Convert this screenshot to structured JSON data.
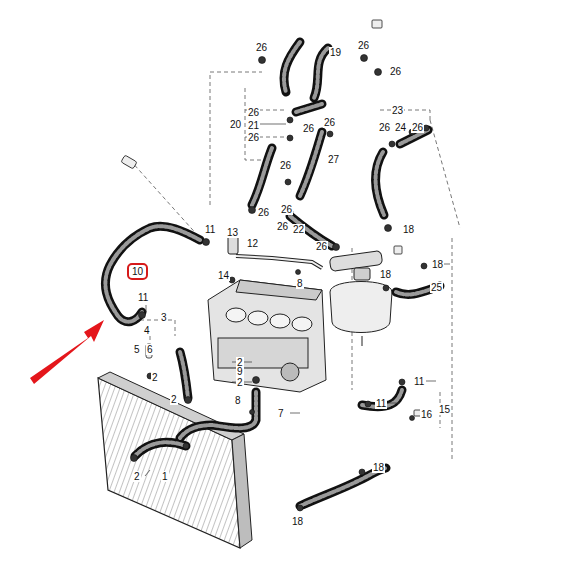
{
  "diagram": {
    "nodes": [
      {
        "text": [
          "10"
        ]
      }
    ],
    "edges": [],
    "labels": [
      "26",
      "19",
      "26",
      "26",
      "23",
      "20",
      "26",
      "21",
      "26",
      "26",
      "26",
      "26",
      "24",
      "26",
      "27",
      "26",
      "26",
      "26",
      "26",
      "22",
      "18",
      "11",
      "13",
      "12",
      "26",
      "18",
      "14",
      "18",
      "8",
      "25",
      "11",
      "3",
      "4",
      "5",
      "6",
      "2",
      "9",
      "2",
      "2",
      "11",
      "2",
      "8",
      "11",
      "15",
      "7",
      "16",
      "18",
      "2",
      "1",
      "18"
    ]
  }
}
